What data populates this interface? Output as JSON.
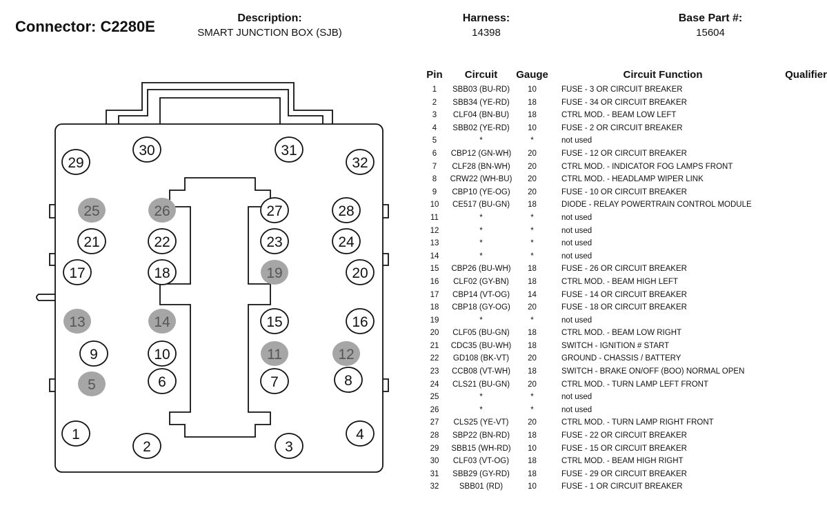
{
  "header": {
    "connector": "Connector: C2280E",
    "description_label": "Description:",
    "description_value": "SMART JUNCTION BOX (SJB)",
    "harness_label": "Harness:",
    "harness_value": "14398",
    "base_part_label": "Base Part #:",
    "base_part_value": "15604"
  },
  "colors": {
    "line": "#111111",
    "filled_pin": "#a6a6a6",
    "filled_text": "#555555"
  },
  "table": {
    "columns": [
      "Pin",
      "Circuit",
      "Gauge",
      "Circuit Function",
      "Qualifier"
    ],
    "rows": [
      [
        "1",
        "SBB03 (BU-RD)",
        "10",
        "FUSE - 3 OR CIRCUIT BREAKER"
      ],
      [
        "2",
        "SBB34 (YE-RD)",
        "18",
        "FUSE - 34 OR CIRCUIT BREAKER"
      ],
      [
        "3",
        "CLF04 (BN-BU)",
        "18",
        "CTRL MOD. - BEAM LOW LEFT"
      ],
      [
        "4",
        "SBB02 (YE-RD)",
        "10",
        "FUSE - 2 OR CIRCUIT BREAKER"
      ],
      [
        "5",
        "*",
        "*",
        "not used"
      ],
      [
        "6",
        "CBP12 (GN-WH)",
        "20",
        "FUSE - 12 OR CIRCUIT BREAKER"
      ],
      [
        "7",
        "CLF28 (BN-WH)",
        "20",
        "CTRL MOD. - INDICATOR FOG LAMPS FRONT"
      ],
      [
        "8",
        "CRW22 (WH-BU)",
        "20",
        "CTRL MOD. - HEADLAMP WIPER LINK"
      ],
      [
        "9",
        "CBP10 (YE-OG)",
        "20",
        "FUSE - 10 OR CIRCUIT BREAKER"
      ],
      [
        "10",
        "CE517 (BU-GN)",
        "18",
        "DIODE - RELAY POWERTRAIN CONTROL MODULE"
      ],
      [
        "11",
        "*",
        "*",
        "not used"
      ],
      [
        "12",
        "*",
        "*",
        "not used"
      ],
      [
        "13",
        "*",
        "*",
        "not used"
      ],
      [
        "14",
        "*",
        "*",
        "not used"
      ],
      [
        "15",
        "CBP26 (BU-WH)",
        "18",
        "FUSE - 26 OR CIRCUIT BREAKER"
      ],
      [
        "16",
        "CLF02 (GY-BN)",
        "18",
        "CTRL MOD. - BEAM HIGH LEFT"
      ],
      [
        "17",
        "CBP14 (VT-OG)",
        "14",
        "FUSE - 14 OR CIRCUIT BREAKER"
      ],
      [
        "18",
        "CBP18 (GY-OG)",
        "20",
        "FUSE - 18 OR CIRCUIT BREAKER"
      ],
      [
        "19",
        "*",
        "*",
        "not used"
      ],
      [
        "20",
        "CLF05 (BU-GN)",
        "18",
        "CTRL MOD. - BEAM LOW RIGHT"
      ],
      [
        "21",
        "CDC35 (BU-WH)",
        "18",
        "SWITCH - IGNITION # START"
      ],
      [
        "22",
        "GD108 (BK-VT)",
        "20",
        "GROUND - CHASSIS / BATTERY"
      ],
      [
        "23",
        "CCB08 (VT-WH)",
        "18",
        "SWITCH - BRAKE ON/OFF (BOO) NORMAL OPEN"
      ],
      [
        "24",
        "CLS21 (BU-GN)",
        "20",
        "CTRL MOD. - TURN LAMP LEFT FRONT"
      ],
      [
        "25",
        "*",
        "*",
        "not used"
      ],
      [
        "26",
        "*",
        "*",
        "not used"
      ],
      [
        "27",
        "CLS25 (YE-VT)",
        "20",
        "CTRL MOD. - TURN LAMP RIGHT FRONT"
      ],
      [
        "28",
        "SBP22 (BN-RD)",
        "18",
        "FUSE - 22 OR CIRCUIT BREAKER"
      ],
      [
        "29",
        "SBB15 (WH-RD)",
        "10",
        "FUSE - 15 OR CIRCUIT BREAKER"
      ],
      [
        "30",
        "CLF03 (VT-OG)",
        "18",
        "CTRL MOD. - BEAM HIGH RIGHT"
      ],
      [
        "31",
        "SBB29 (GY-RD)",
        "18",
        "FUSE - 29 OR CIRCUIT BREAKER"
      ],
      [
        "32",
        "SBB01 (RD)",
        "10",
        "FUSE - 1 OR CIRCUIT BREAKER"
      ]
    ]
  },
  "connector_pins": [
    {
      "label": "1",
      "filled": false
    },
    {
      "label": "2",
      "filled": false
    },
    {
      "label": "3",
      "filled": false
    },
    {
      "label": "4",
      "filled": false
    },
    {
      "label": "5",
      "filled": true
    },
    {
      "label": "6",
      "filled": false
    },
    {
      "label": "7",
      "filled": false
    },
    {
      "label": "8",
      "filled": false
    },
    {
      "label": "9",
      "filled": false
    },
    {
      "label": "10",
      "filled": false
    },
    {
      "label": "11",
      "filled": true
    },
    {
      "label": "12",
      "filled": true
    },
    {
      "label": "13",
      "filled": true
    },
    {
      "label": "14",
      "filled": true
    },
    {
      "label": "15",
      "filled": false
    },
    {
      "label": "16",
      "filled": false
    },
    {
      "label": "17",
      "filled": false
    },
    {
      "label": "18",
      "filled": false
    },
    {
      "label": "19",
      "filled": true
    },
    {
      "label": "20",
      "filled": false
    },
    {
      "label": "21",
      "filled": false
    },
    {
      "label": "22",
      "filled": false
    },
    {
      "label": "23",
      "filled": false
    },
    {
      "label": "24",
      "filled": false
    },
    {
      "label": "25",
      "filled": true
    },
    {
      "label": "26",
      "filled": true
    },
    {
      "label": "27",
      "filled": false
    },
    {
      "label": "28",
      "filled": false
    },
    {
      "label": "29",
      "filled": false
    },
    {
      "label": "30",
      "filled": false
    },
    {
      "label": "31",
      "filled": false
    },
    {
      "label": "32",
      "filled": false
    }
  ]
}
